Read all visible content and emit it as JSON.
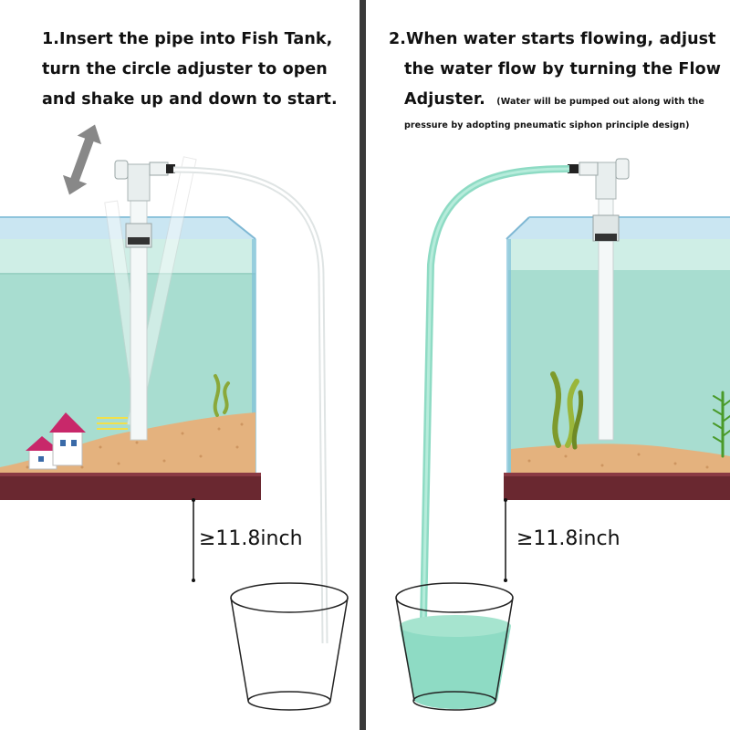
{
  "steps": [
    {
      "lines": [
        "1.Insert the pipe into Fish Tank,",
        "turn the circle adjuster to open",
        "and shake up and down to start."
      ]
    },
    {
      "lines": [
        "2.When water starts flowing, adjust",
        "the water flow by turning the Flow",
        "Adjuster."
      ],
      "note_lines": [
        "(Water will be pumped out along with the",
        "pressure by adopting pneumatic siphon principle design)"
      ]
    }
  ],
  "measurements": {
    "left": "≥11.8inch",
    "right": "≥11.8inch"
  },
  "colors": {
    "tank_water": "#a8ddd0",
    "tank_top_water": "#cfeee6",
    "tank_glass": "#8cc8e2",
    "gravel": "#e4b27e",
    "stand": "#6a2830",
    "flow_water": "#8edbc4",
    "divider": "#3a3a3a"
  }
}
